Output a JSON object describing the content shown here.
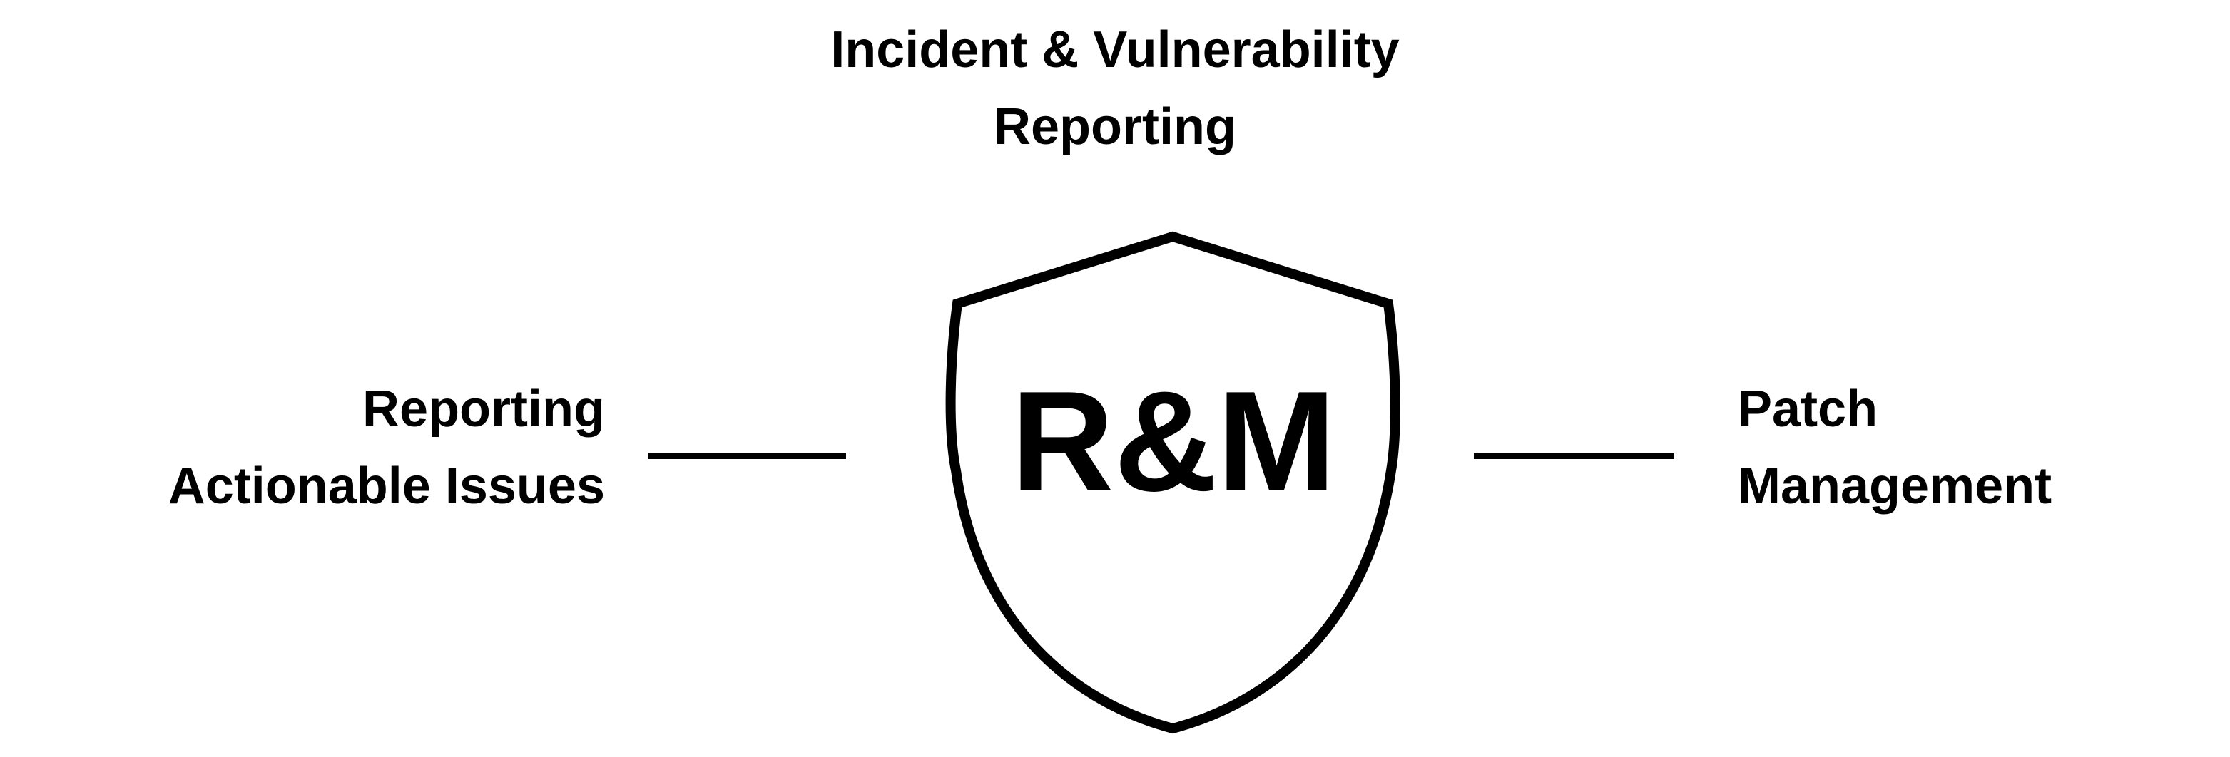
{
  "diagram": {
    "top_label": {
      "line1": "Incident & Vulnerability",
      "line2": "Reporting"
    },
    "left_label": {
      "line1": "Reporting",
      "line2": "Actionable Issues"
    },
    "right_label": {
      "line1": "Patch",
      "line2": "Management"
    },
    "center": {
      "text": "R&M",
      "icon": "shield-icon"
    },
    "colors": {
      "background": "#ffffff",
      "ink": "#000000"
    }
  }
}
